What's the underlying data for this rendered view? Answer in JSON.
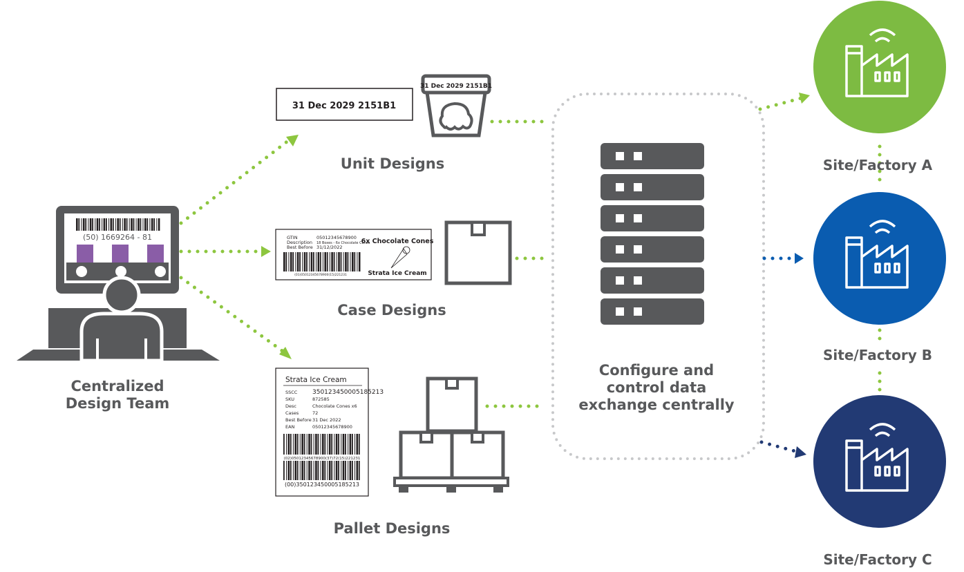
{
  "colors": {
    "gray_dark": "#58595b",
    "green": "#8dc63f",
    "factory_a": "#7dbb42",
    "factory_b": "#0a5cb0",
    "factory_c": "#223a74",
    "purple": "#8a5da7"
  },
  "team": {
    "label_line1": "Centralized",
    "label_line2": "Design Team",
    "screen_barcode_text": "(50) 1669264 - 81"
  },
  "unit": {
    "label": "Unit Designs",
    "label_text": "31 Dec 2029 2151B1",
    "tub_text": "31 Dec 2029 2151B1"
  },
  "case": {
    "label": "Case Designs",
    "gtin_key": "GTIN",
    "gtin_val": "05012345678900",
    "desc_key": "Description",
    "desc_val": "18 Boxes - 6x Chocolate Cones",
    "best_key": "Best Before",
    "best_val": "31/12/2022",
    "product": "6x Chocolate Cones",
    "brand": "Strata Ice Cream",
    "barcode_text": "(01)05012345678900(15)221231"
  },
  "pallet": {
    "label": "Pallet Designs",
    "title": "Strata Ice Cream",
    "rows": [
      {
        "k": "SSCC",
        "v": "350123450005185213"
      },
      {
        "k": "SKU",
        "v": "872585"
      },
      {
        "k": "Desc",
        "v": "Chocolate Cones x6"
      },
      {
        "k": "Cases",
        "v": "72"
      },
      {
        "k": "Best Before",
        "v": "31 Dec 2022"
      },
      {
        "k": "EAN",
        "v": "05012345678900"
      }
    ],
    "barcode1_text": "(02)05012345678900(37)72(15)221231",
    "barcode2_text": "(00)350123450005185213"
  },
  "central": {
    "line1": "Configure and",
    "line2": "control data",
    "line3": "exchange centrally"
  },
  "sites": {
    "a": "Site/Factory A",
    "b": "Site/Factory B",
    "c": "Site/Factory C"
  }
}
